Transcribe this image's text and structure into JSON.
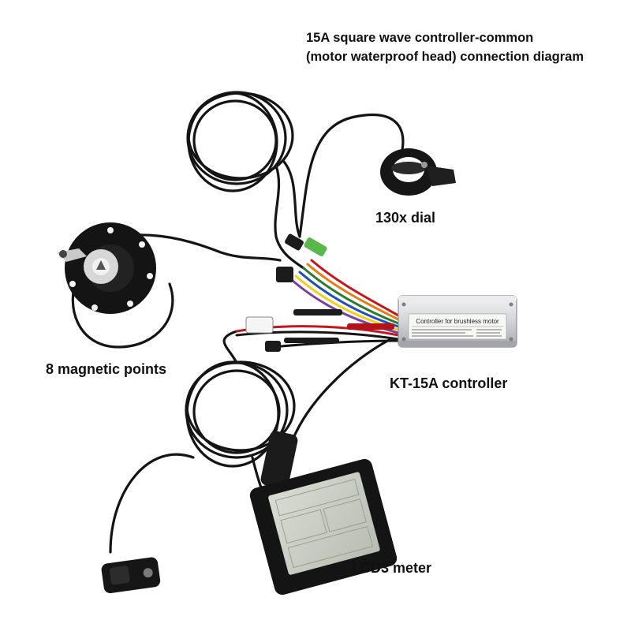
{
  "title": {
    "line1": "15A square wave controller-common",
    "line2": "(motor waterproof head) connection diagram"
  },
  "labels": {
    "dial": "130x dial",
    "magnetic": "8 magnetic points",
    "controller": "KT-15A controller",
    "lcd": "LCD3 meter"
  },
  "controller_plate": {
    "heading": "Controller for brushless motor"
  },
  "colors": {
    "cable": "#141414",
    "controller_body": "#d9dadc",
    "lcd_screen": "#c9cdc3"
  }
}
